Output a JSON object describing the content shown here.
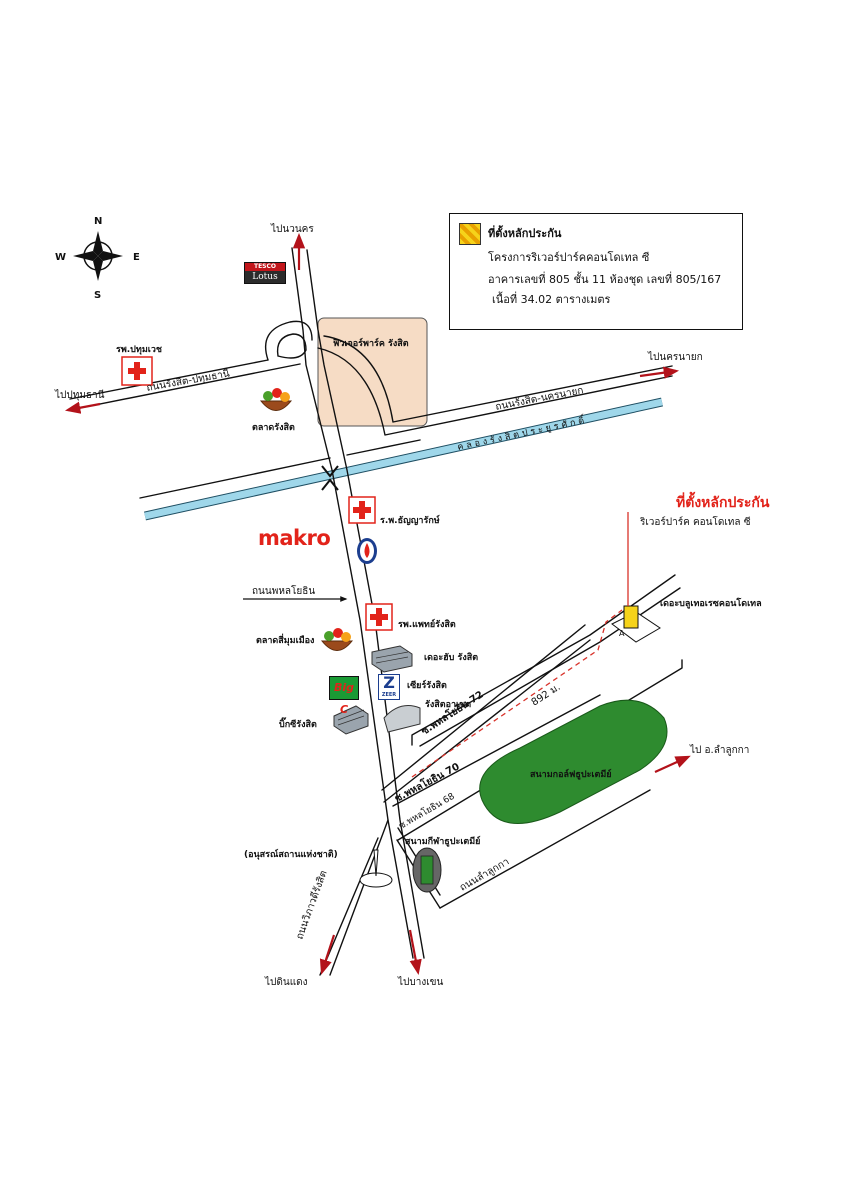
{
  "colors": {
    "road": "#111111",
    "canal": "#9fd7ea",
    "arrow_red": "#b3121a",
    "red_cross": "#e2231a",
    "golf_green": "#2e8b2f",
    "future_park": "#f6dcc5",
    "route_dash": "#d8322a",
    "target_title": "#e2231a"
  },
  "compass": {
    "north": "N",
    "south": "S",
    "east": "E",
    "west": "W"
  },
  "legend": {
    "title": "ที่ตั้งหลักประกัน",
    "project": "โครงการริเวอร์ปาร์คคอนโดเทล ซี",
    "building": "อาคารเลขที่ 805  ชั้น 11 ห้องชุด เลขที่ 805/167",
    "area": "เนื้อที่ 34.02 ตารางเมตร"
  },
  "target": {
    "title": "ที่ตั้งหลักประกัน",
    "subtitle": "ริเวอร์ปาร์ค คอนโดเทล ซี",
    "distance": "892 ม."
  },
  "directions": {
    "to_navanakorn": "ไปนวนคร",
    "to_nakhon_nayok": "ไปนครนายก",
    "to_pathum_thani": "ไปปทุมธานี",
    "to_lam_luk_ka": "ไป อ.ลำลูกกา",
    "to_din_daeng": "ไปดินแดง",
    "to_bang_khen": "ไปบางเขน"
  },
  "roads": {
    "rangsit_pathum": "ถนนรังสิต-ปทุมธานี",
    "rangsit_nakhon_nayok": "ถนนรังสิต-นครนายก",
    "phahon_yothin": "ถนนพหลโยธิน",
    "soi_72": "ซ.พหลโยธิน 72",
    "soi_70": "ซ.พหลโยธิน 70",
    "soi_68": "ซ.พหลโยธิน 68",
    "lam_luk_ka": "ถนนลำลูกกา",
    "vibhavadi": "ถนนวิภาวดีรังสิต"
  },
  "canal": {
    "name": "คลองรังสิตประยูรศักดิ์"
  },
  "landmarks": {
    "future_park": "ฟิวเจอร์พาร์ค รังสิต",
    "tesco_lotus_brand": "TESCO",
    "tesco_lotus_name": "Lotus",
    "pathumvej_hospital": "รพ.ปทุมเวช",
    "rangsit_market": "ตลาดรังสิต",
    "thanyarak_hospital": "ร.พ.ธัญญารักษ์",
    "makro": "makro",
    "paet_rangsit_hospital": "รพ.แพทย์รังสิต",
    "si_mum_muang_market": "ตลาดสี่มุมเมือง",
    "the_hub": "เดอะฮับ รังสิต",
    "big_c_logo": "Big C",
    "zeer_logo_letter": "Z",
    "zeer_logo_word": "ZEER",
    "zeer": "เซียร์รังสิต",
    "rangsit_arcade": "รังสิตอาเขต",
    "big_c_rangsit": "บิ๊กซีรังสิต",
    "golf_course": "สนามกอล์ฟธูปะเตมีย์",
    "stadium": "สนามกีฬาธูปะเตมีย์",
    "monument": "(อนุสรณ์สถานแห่งชาติ)",
    "the_blue_condo": "เดอะบลูเทอเรซคอนโดเทล"
  }
}
